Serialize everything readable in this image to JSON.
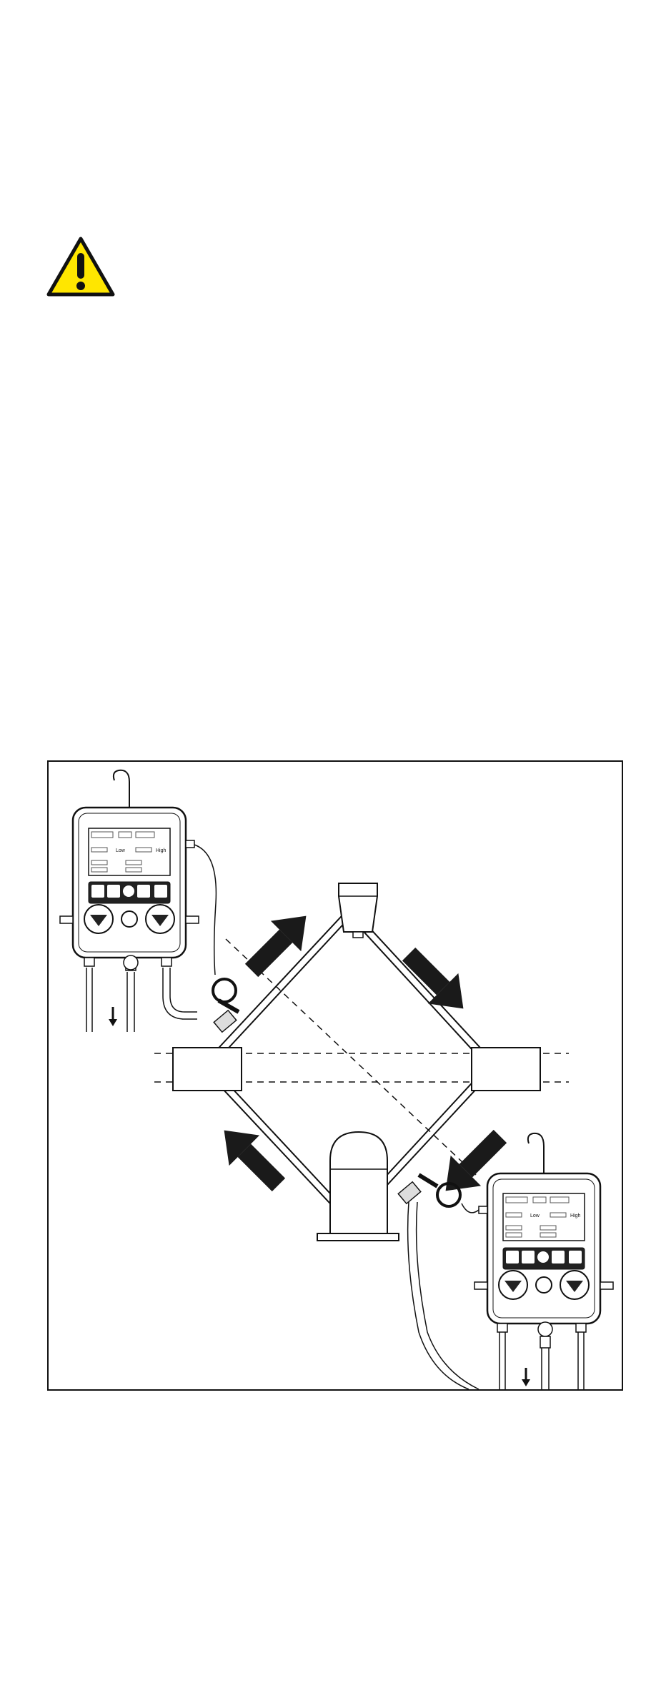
{
  "warning_icon": {
    "name": "warning-triangle-icon",
    "fill": "#FFE600",
    "stroke": "#111111"
  },
  "diagram": {
    "border_color": "#111111",
    "arrow_color": "#1a1a1a",
    "gauge_left": {
      "low_label": "Low",
      "high_label": "High",
      "buttons": [
        "",
        "",
        " ",
        "",
        ""
      ]
    },
    "gauge_right": {
      "low_label": "Low",
      "high_label": "High",
      "buttons": [
        "",
        "",
        "",
        "",
        ""
      ]
    }
  }
}
